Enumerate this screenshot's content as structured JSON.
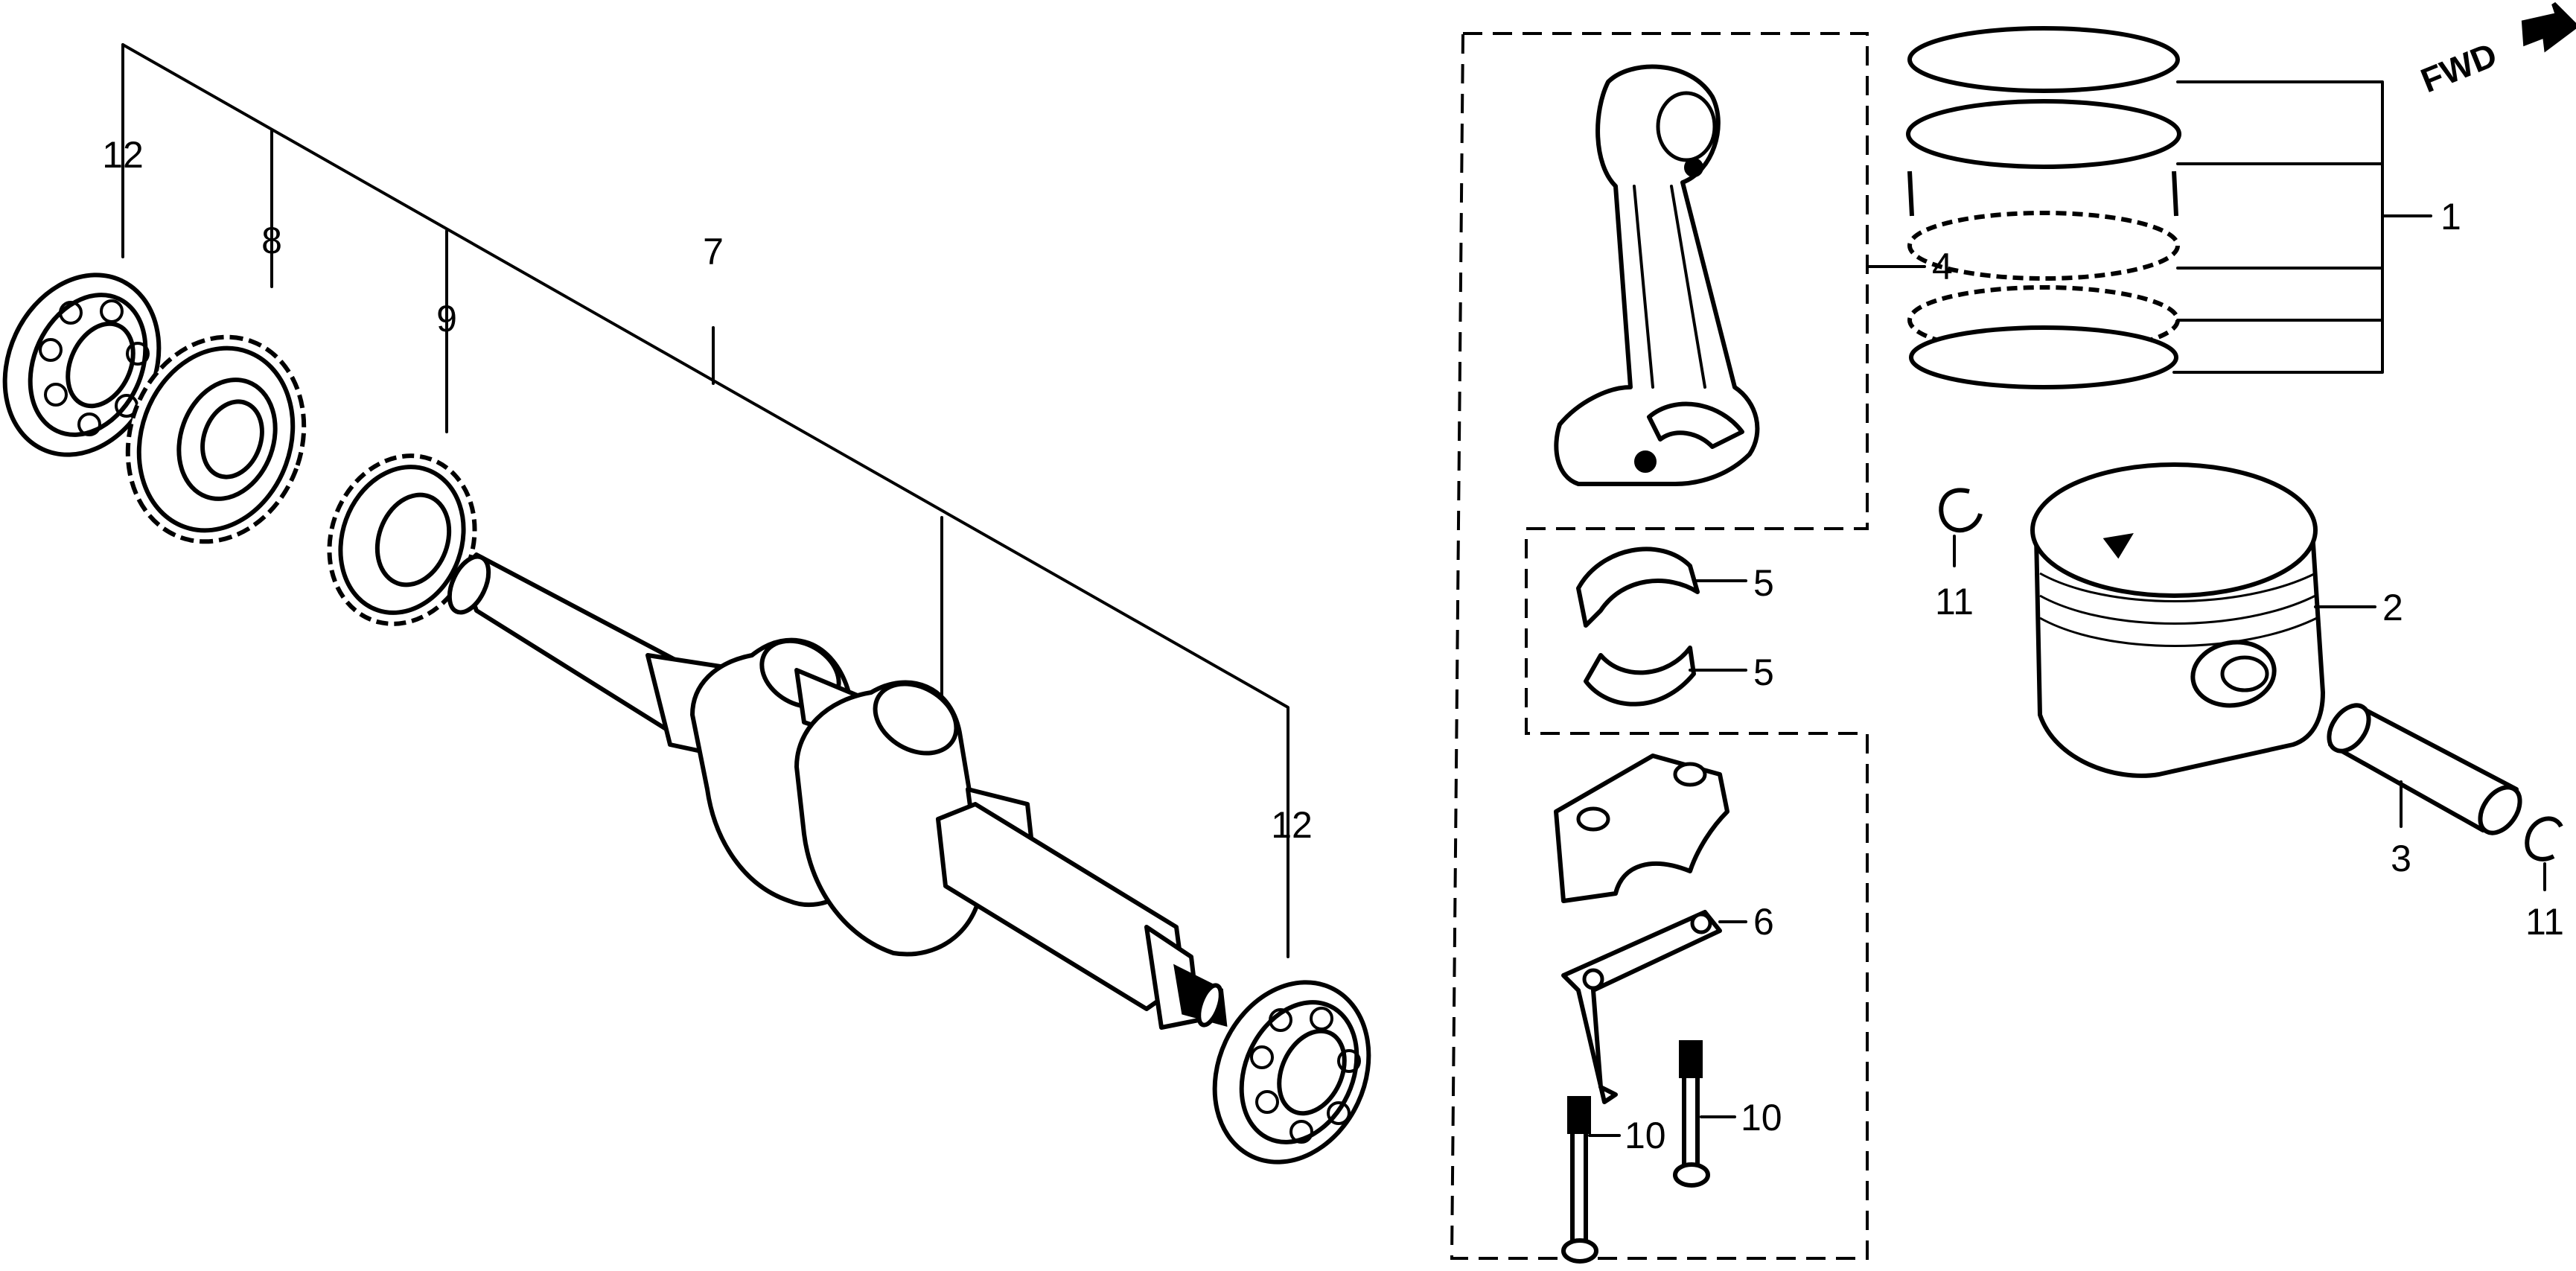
{
  "callouts": {
    "c1": "1",
    "c2": "2",
    "c3": "3",
    "c4": "4",
    "c5a": "5",
    "c5b": "5",
    "c6": "6",
    "c7": "7",
    "c8": "8",
    "c9": "9",
    "c10a": "10",
    "c10b": "10",
    "c11a": "11",
    "c11b": "11",
    "c12a": "12",
    "c12b": "12"
  },
  "direction_label": "FWD"
}
